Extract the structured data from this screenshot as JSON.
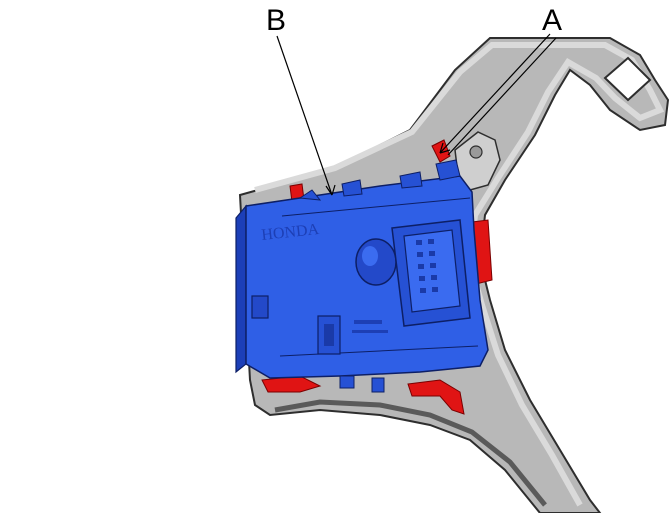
{
  "callouts": {
    "a": "A",
    "b": "B"
  },
  "module": {
    "brand_text": "HONDA"
  },
  "colors": {
    "module_blue": "#2f5fe6",
    "module_blue_dark": "#1c3fb8",
    "clip_red": "#e01414",
    "frame_gray": "#8c8c8c",
    "frame_dark": "#3a3a3a"
  }
}
